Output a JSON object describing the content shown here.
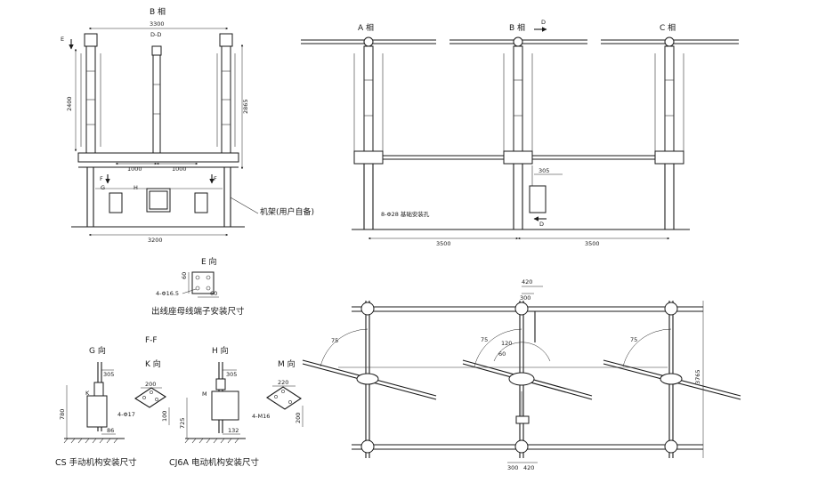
{
  "front_view": {
    "phase_label": "B 相",
    "section_label": "D-D",
    "width_top": "3300",
    "height_left": "2400",
    "height_right": "2865",
    "span_left": "1000",
    "span_right": "1000",
    "width_bottom": "3200",
    "view_e": "E",
    "view_f_left": "F",
    "view_f_right": "F",
    "view_g": "G",
    "view_h": "H",
    "frame_note": "机架(用户自备)"
  },
  "side_view": {
    "phase_a": "A 相",
    "phase_b": "B 相",
    "phase_c": "C 相",
    "view_d_top": "D",
    "view_d_bottom": "D",
    "dim_305": "305",
    "hole_note": "8-Φ28 基础安装孔",
    "span_left": "3500",
    "span_right": "3500"
  },
  "detail_e": {
    "title": "E 向",
    "dim_60a": "60",
    "dim_60b": "60",
    "hole": "4-Φ16.5",
    "caption": "出线座母线端子安装尺寸"
  },
  "detail_g": {
    "title": "G 向",
    "dim_305": "305",
    "label_k": "K",
    "dim_780": "780",
    "dim_86": "86"
  },
  "detail_ff": {
    "title": "F-F"
  },
  "detail_k": {
    "title": "K 向",
    "dim_200": "200",
    "dim_100": "100",
    "hole": "4-Φ17"
  },
  "detail_h": {
    "title": "H 向",
    "dim_305": "305",
    "label_m": "M",
    "dim_725": "725",
    "dim_132": "132"
  },
  "detail_m": {
    "title": "M 向",
    "dim_220": "220",
    "dim_200": "200",
    "hole": "4-M16"
  },
  "caption_cs": "CS 手动机构安装尺寸",
  "caption_cj6a": "CJ6A 电动机构安装尺寸",
  "plan_view": {
    "dim_420_top": "420",
    "dim_300_top": "300",
    "angle_75_left": "75",
    "angle_75_mid": "75",
    "angle_120": "120",
    "angle_60": "60",
    "angle_75_right": "75",
    "dim_3765": "3765",
    "dim_300_bottom": "300",
    "dim_420_bottom": "420"
  }
}
